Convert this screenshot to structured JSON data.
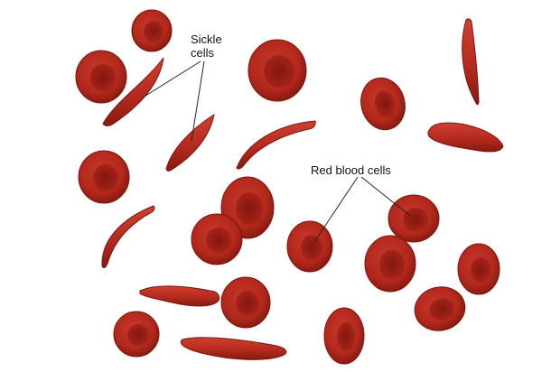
{
  "labels": {
    "sickle_line1": "Sickle",
    "sickle_line2": "cells",
    "red_blood_cells": "Red blood cells"
  },
  "colors": {
    "cell_fill": "#b2281c",
    "cell_edge": "#7d150d",
    "cell_center": "#8e1c14",
    "highlight": "#d8503f",
    "leader_line": "#222222"
  }
}
